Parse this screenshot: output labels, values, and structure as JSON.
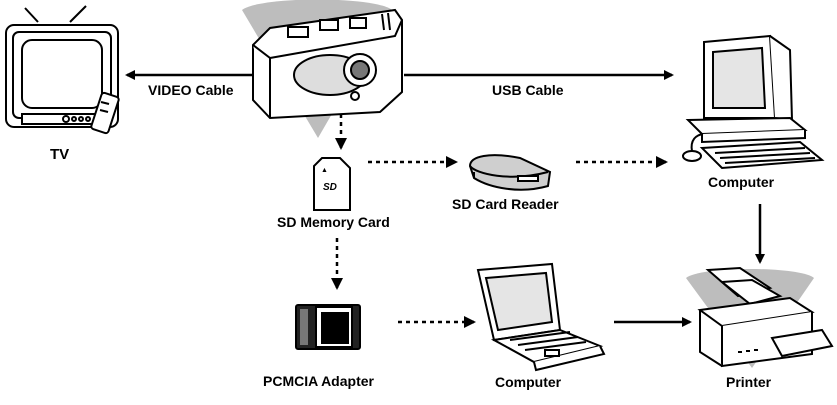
{
  "diagram": {
    "nodes": {
      "tv": "TV",
      "sd_card": "SD Memory Card",
      "sd_reader": "SD Card Reader",
      "computer_desktop": "Computer",
      "pcmcia": "PCMCIA Adapter",
      "computer_laptop": "Computer",
      "printer": "Printer"
    },
    "edges": {
      "video_cable": "VIDEO Cable",
      "usb_cable": "USB Cable"
    },
    "icons": [
      "camera-icon",
      "tv-icon",
      "sd-card-icon",
      "card-reader-icon",
      "desktop-computer-icon",
      "pcmcia-adapter-icon",
      "laptop-icon",
      "printer-icon"
    ],
    "colors": {
      "highlight_gray": "#bdbdbd",
      "line": "#000000"
    }
  }
}
